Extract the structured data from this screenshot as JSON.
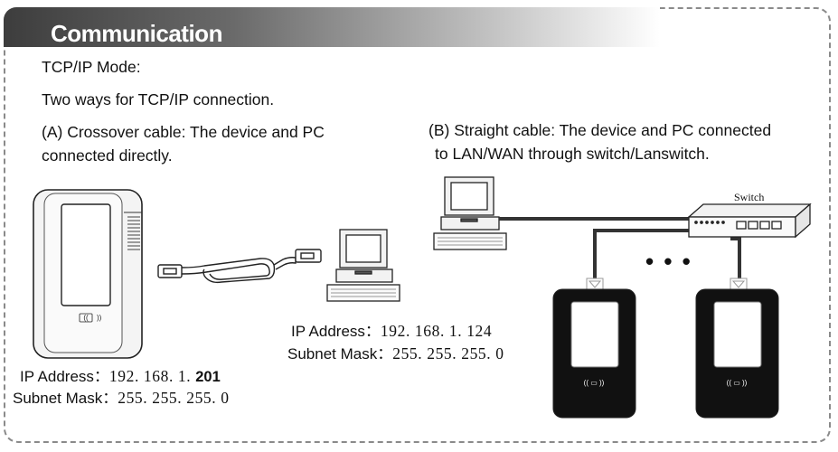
{
  "header": {
    "title": "Communication"
  },
  "intro": {
    "mode": "TCP/IP Mode:",
    "ways": "Two ways for TCP/IP connection."
  },
  "option_a": {
    "line1": "(A) Crossover cable: The device  and PC",
    "line2": "connected directly."
  },
  "option_b": {
    "line1": "(B) Straight cable: The device and PC connected",
    "line2": "to LAN/WAN through switch/Lanswitch."
  },
  "device_a": {
    "ip_label": "IP Address：",
    "ip_value": "192. 168. 1. ",
    "ip_last": "201",
    "mask_label": "Subnet  Mask：",
    "mask_value": "255. 255. 255. 0"
  },
  "pc_a": {
    "ip_label": "IP Address：",
    "ip_value": "192. 168. 1. 124",
    "mask_label": "Subnet Mask：",
    "mask_value": "255. 255. 255. 0"
  },
  "switch": {
    "label": "Switch"
  },
  "ellipsis": "• • •"
}
